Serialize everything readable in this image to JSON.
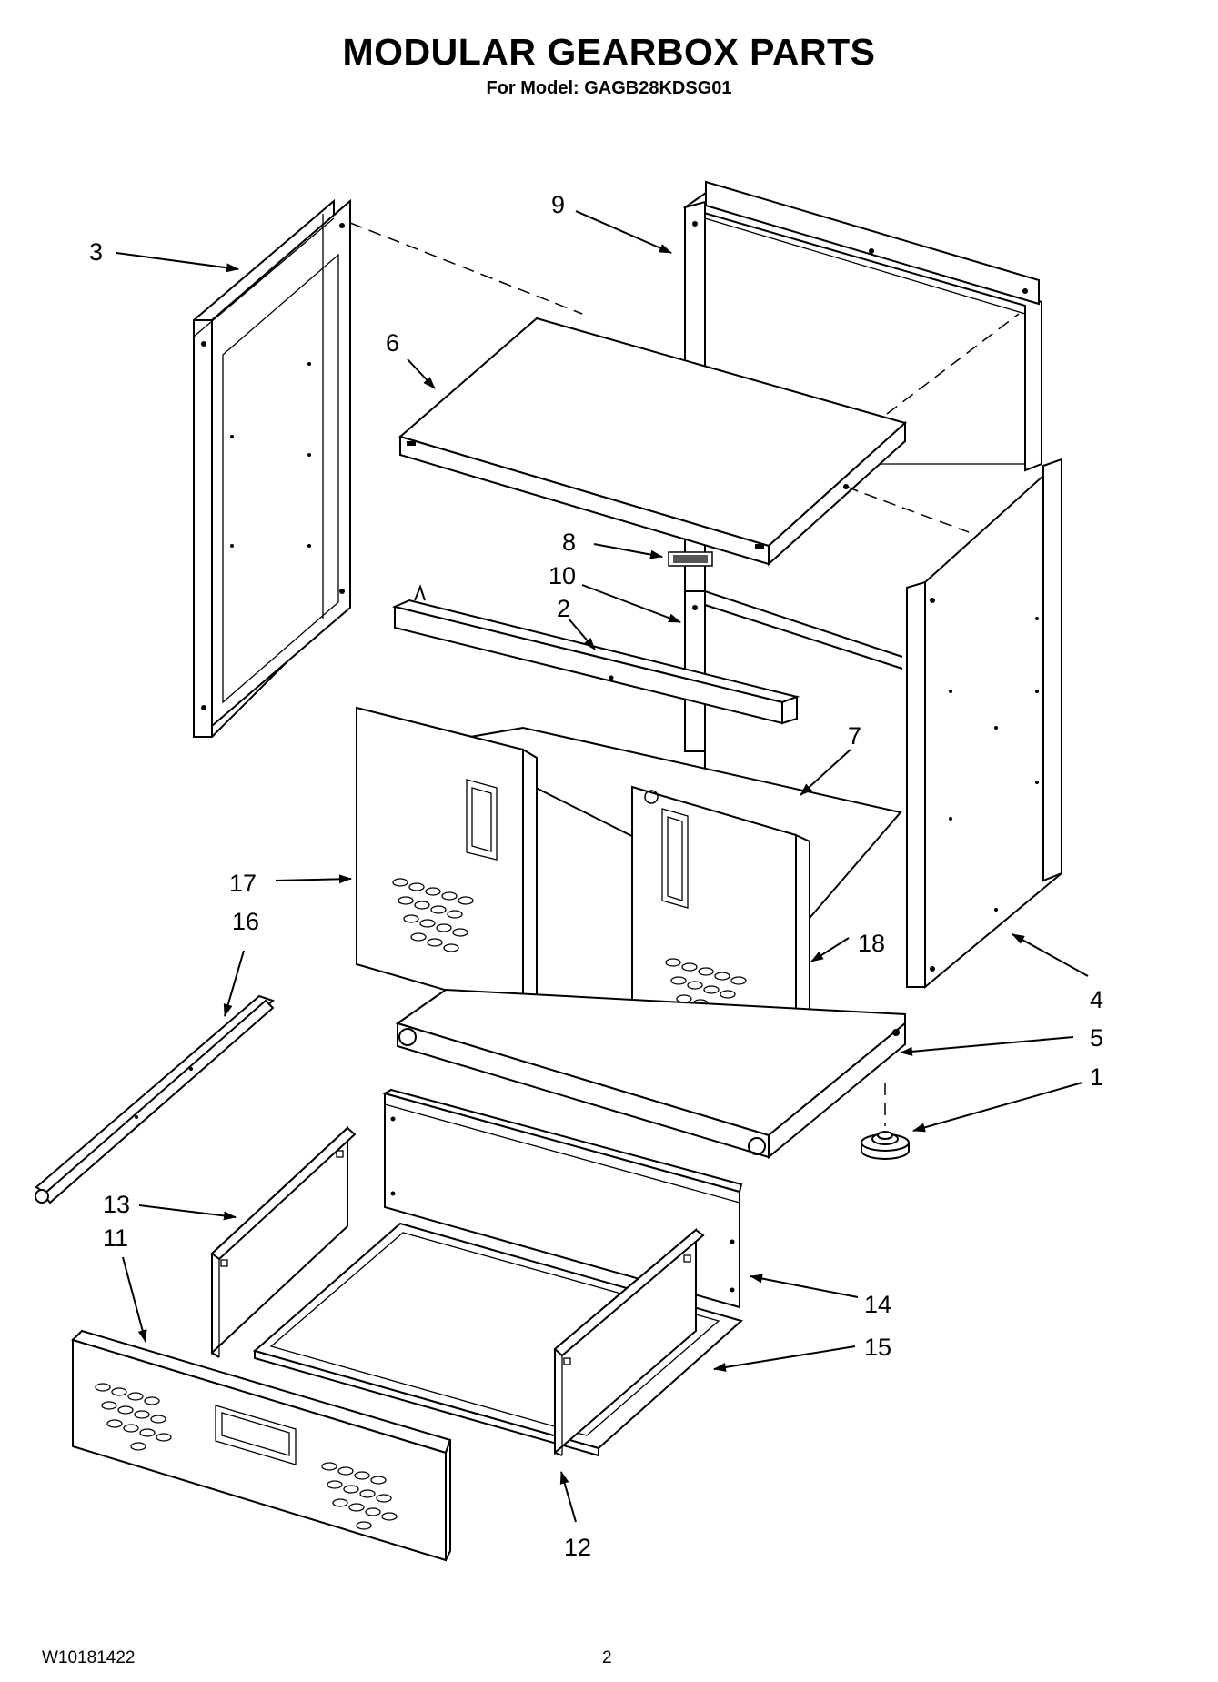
{
  "header": {
    "title": "MODULAR GEARBOX PARTS",
    "subtitle": "For Model: GAGB28KDSG01"
  },
  "footer": {
    "document_number": "W10181422",
    "page_number": "2"
  },
  "callouts": [
    "1",
    "2",
    "3",
    "4",
    "5",
    "6",
    "7",
    "8",
    "9",
    "10",
    "11",
    "12",
    "13",
    "14",
    "15",
    "16",
    "17",
    "18"
  ]
}
